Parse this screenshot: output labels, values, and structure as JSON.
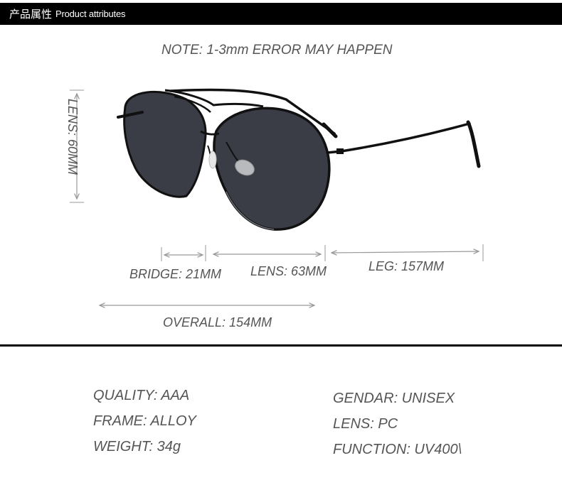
{
  "header": {
    "title_cn": "产品属性",
    "title_en": "Product attributes"
  },
  "note": "NOTE: 1-3mm ERROR MAY HAPPEN",
  "measurements": {
    "lens_height": "LENS: 60MM",
    "bridge": "BRIDGE: 21MM",
    "lens_width": "LENS: 63MM",
    "leg": "LEG: 157MM",
    "overall": "OVERALL: 154MM"
  },
  "specs": {
    "quality": "QUALITY: AAA",
    "frame": "FRAME: ALLOY",
    "weight": "WEIGHT: 34g",
    "gender": "GENDAR: UNISEX",
    "lens": "LENS: PC",
    "function": "FUNCTION: UV400\\"
  },
  "colors": {
    "header_bg": "#000000",
    "lens_tint": "#3a3d45",
    "frame": "#111111",
    "text": "#555555",
    "dimension_line": "#999999"
  }
}
